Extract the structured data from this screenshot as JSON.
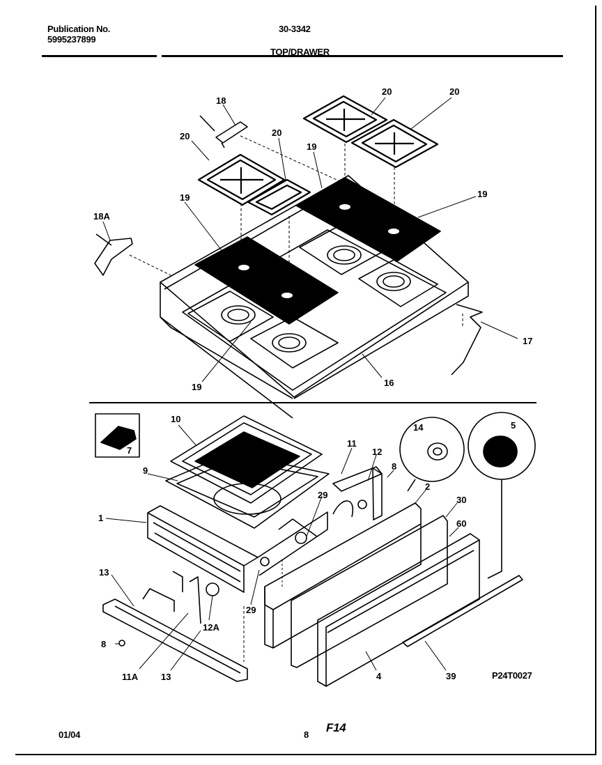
{
  "header": {
    "publication_label": "Publication No.",
    "publication_number": "5995237899",
    "model": "30-3342",
    "section_title": "TOP/DRAWER"
  },
  "footer": {
    "date": "01/04",
    "page": "8",
    "figure": "F14",
    "diagram_code": "P24T0027"
  },
  "callouts": {
    "c18": "18",
    "c18a": "18A",
    "c20a": "20",
    "c20b": "20",
    "c20c": "20",
    "c20d": "20",
    "c19a": "19",
    "c19b": "19",
    "c19c": "19",
    "c19d": "19",
    "c17": "17",
    "c16": "16",
    "c10": "10",
    "c9": "9",
    "c1": "1",
    "c7": "7",
    "c11": "11",
    "c12": "12",
    "c8a": "8",
    "c14": "14",
    "c5": "5",
    "c2": "2",
    "c29a": "29",
    "c30": "30",
    "c60": "60",
    "c13a": "13",
    "c12a": "12A",
    "c29b": "29",
    "c8b": "8",
    "c11a": "11A",
    "c13b": "13",
    "c4": "4",
    "c39": "39"
  }
}
